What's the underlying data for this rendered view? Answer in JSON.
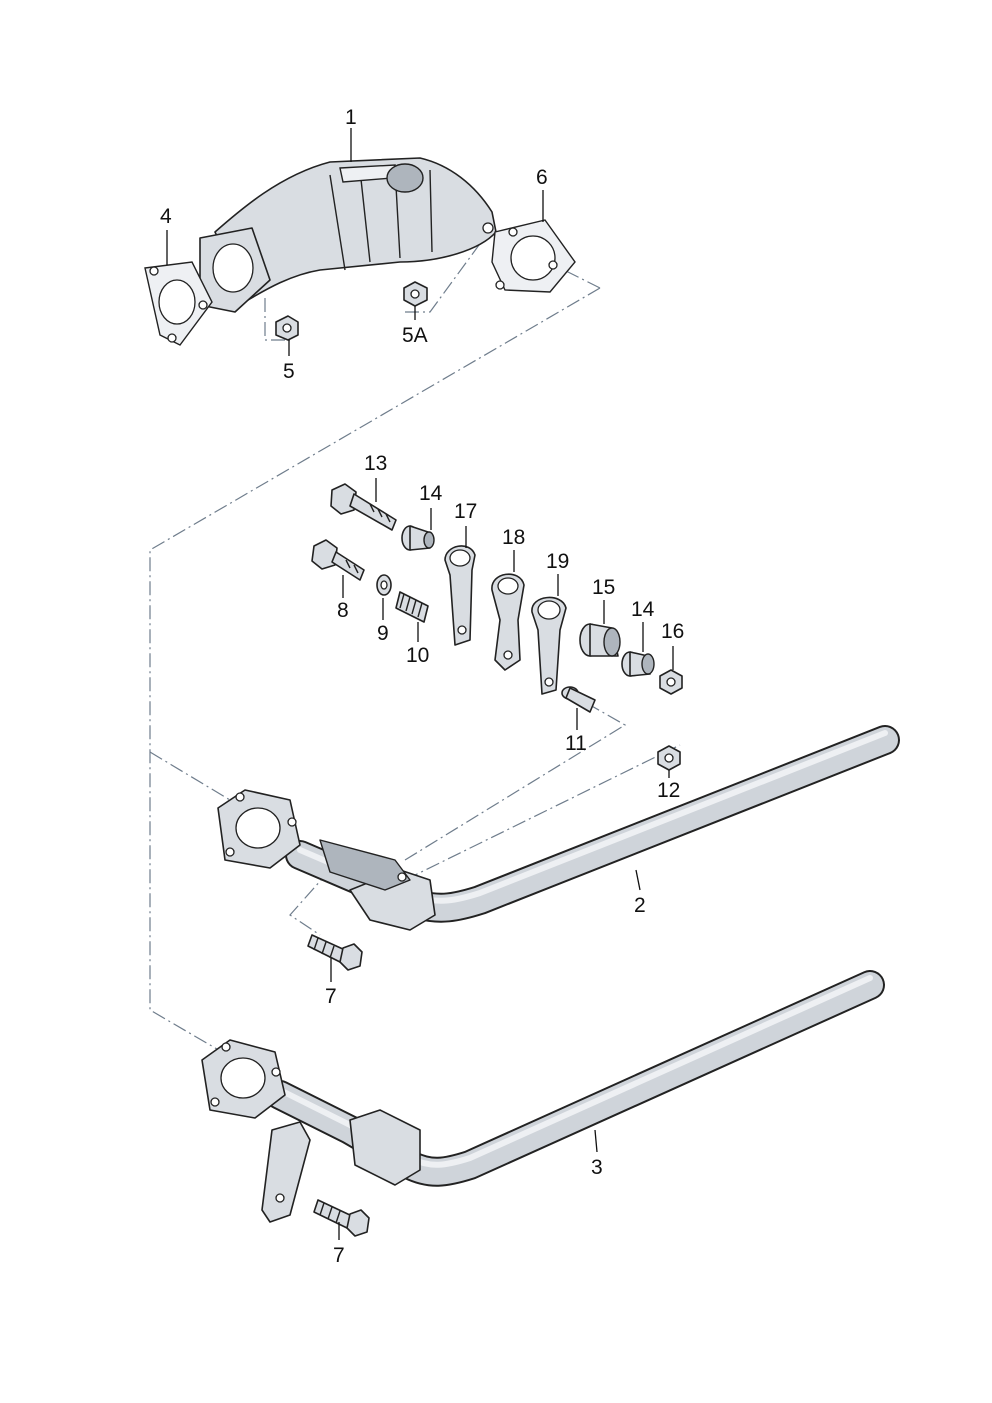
{
  "diagram": {
    "callouts": {
      "c1": "1",
      "c2": "2",
      "c3": "3",
      "c4": "4",
      "c5": "5",
      "c5a": "5A",
      "c6": "6",
      "c7a": "7",
      "c7b": "7",
      "c8": "8",
      "c9": "9",
      "c10": "10",
      "c11": "11",
      "c12": "12",
      "c13": "13",
      "c14a": "14",
      "c14b": "14",
      "c15": "15",
      "c16": "16",
      "c17": "17",
      "c18": "18",
      "c19": "19"
    },
    "colors": {
      "metal": "#d9dde2",
      "metal_dark": "#aeb5bd",
      "outline": "#222222",
      "assembly_line": "#6f7d8c"
    }
  }
}
